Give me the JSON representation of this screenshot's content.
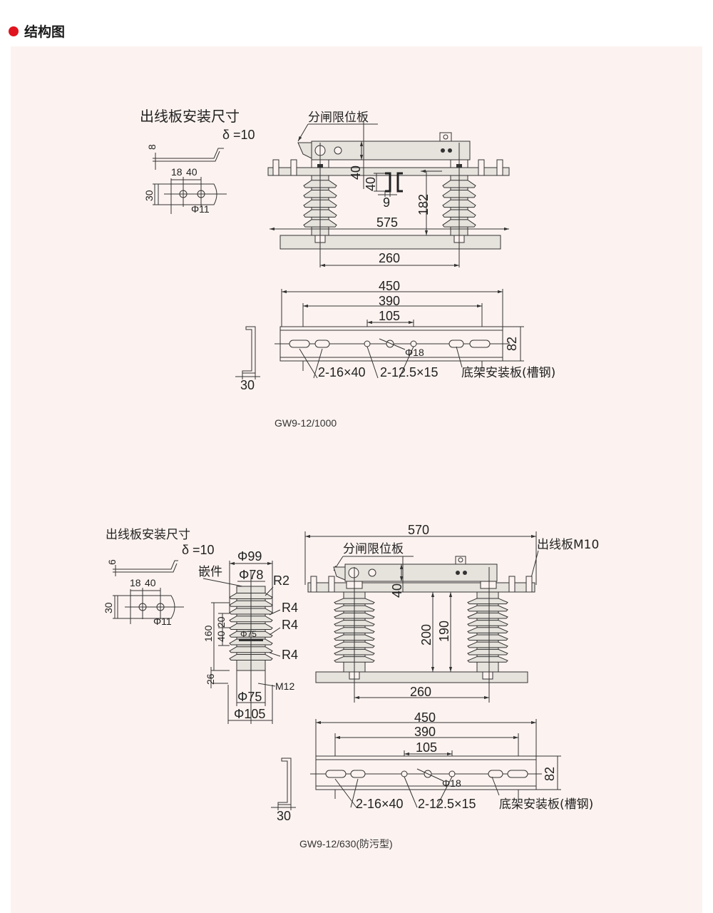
{
  "header": {
    "title": "结构图",
    "bullet_color": "#e0141e"
  },
  "diagram1": {
    "caption": "GW9-12/1000",
    "outlet": {
      "title": "出线板安装尺寸",
      "thickness": "δ =10",
      "h": "8",
      "d1": "18",
      "d2": "40",
      "w": "30",
      "hole": "Φ11"
    },
    "limit_plate": "分闸限位板",
    "dims": {
      "bar_h": "40",
      "ch_h": "40",
      "ch_w": "9",
      "height": "182",
      "width": "575",
      "spacing": "260"
    },
    "base": {
      "d450": "450",
      "d390": "390",
      "d105": "105",
      "d82": "82",
      "hole": "Φ18",
      "slot1": "2-16×40",
      "slot2": "2-12.5×15",
      "label": "底架安装板(槽钢)",
      "side_w": "30"
    }
  },
  "diagram2": {
    "caption": "GW9-12/630(防污型)",
    "outlet": {
      "title": "出线板安装尺寸",
      "thickness": "δ =10",
      "h": "6",
      "d1": "18",
      "d2": "40",
      "w": "30",
      "hole": "Φ11"
    },
    "insulator": {
      "d99": "Φ99",
      "insert": "嵌件",
      "d78": "Φ78",
      "r2": "R2",
      "r4a": "R4",
      "d75s": "Φ75",
      "r4b": "R4",
      "r4c": "R4",
      "h160": "160",
      "h20": "20",
      "h40": "40",
      "h26": "26",
      "m12": "M12",
      "d75": "Φ75",
      "d105": "Φ105"
    },
    "width": "570",
    "outlet_label": "出线板M10",
    "limit_plate": "分闸限位板",
    "dims": {
      "bar_h": "40",
      "h200": "200",
      "h190": "190",
      "spacing": "260"
    },
    "base": {
      "d450": "450",
      "d390": "390",
      "d105": "105",
      "d82": "82",
      "hole": "Φ18",
      "slot1": "2-16×40",
      "slot2": "2-12.5×15",
      "label": "底架安装板(槽钢)",
      "side_w": "30"
    }
  }
}
